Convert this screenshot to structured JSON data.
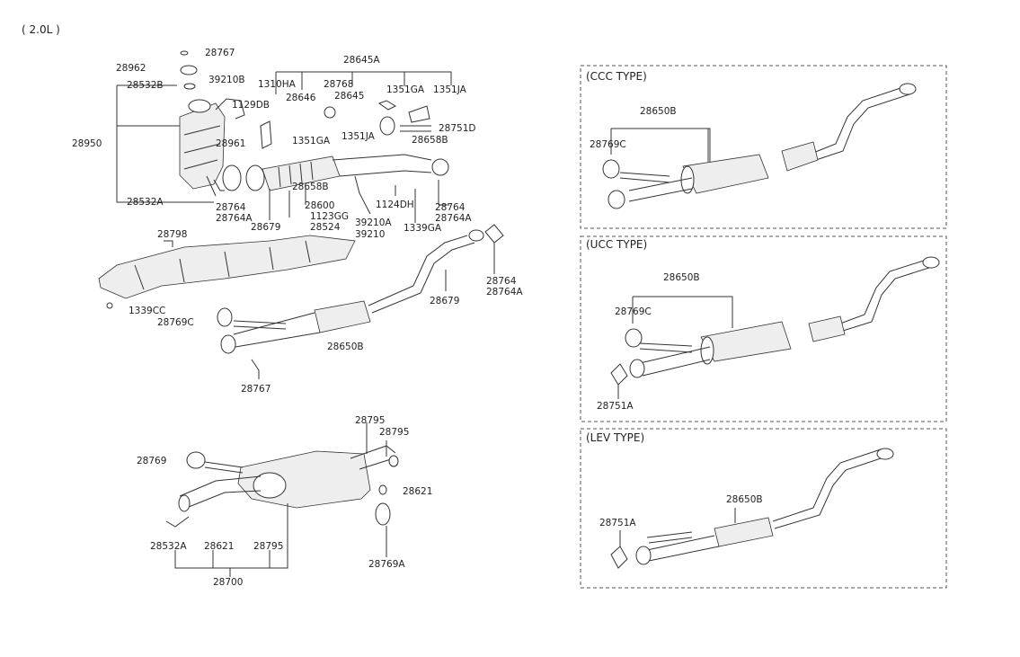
{
  "title": "( 2.0L )",
  "panels": {
    "ccc": "(CCC TYPE)",
    "ucc": "(UCC TYPE)",
    "lev": "(LEV TYPE)"
  },
  "callouts": {
    "c28767": "28767",
    "c28962": "28962",
    "c28532B": "28532B",
    "c39210B": "39210B",
    "c1130DA": "1310HA",
    "c28645A": "28645A",
    "c28646a": "28646",
    "c28768": "28768",
    "c28645": "28645",
    "c1351GA_a": "1351GA",
    "c1351JA_a": "1351JA",
    "c1129DB": "1129DB",
    "c28950": "28950",
    "c28961": "28961",
    "c1351GA_b": "1351GA",
    "c1351JA_b": "1351JA",
    "c28751D": "28751D",
    "c28658B": "28658B",
    "c28532A": "28532A",
    "c28764a": "28764",
    "c28764Aa": "28764A",
    "c28679a": "28679",
    "c28600": "28600",
    "c1123GG": "1123GG",
    "c28524": "28524",
    "c28658Bb": "28658B",
    "c39210A": "39210A",
    "c39210": "39210",
    "c1124DH": "1124DH",
    "c1339GA": "1339GA",
    "c28764b": "28764",
    "c28764Ab": "28764A",
    "c28798": "28798",
    "c1339CC": "1339CC",
    "c28769C": "28769C",
    "c28650B": "28650B",
    "c28767b": "28767",
    "c28679b": "28679",
    "c28764c": "28764",
    "c28764Ac": "28764A",
    "c28795a": "28795",
    "c28795b": "28795",
    "c28769": "28769",
    "c28621a": "28621",
    "c28532Ab": "28532A",
    "c28621b": "28621",
    "c28795c": "28795",
    "c28769A": "28769A",
    "c28700": "28700",
    "ccc_28650B": "28650B",
    "ccc_28769C": "28769C",
    "ucc_28650B": "28650B",
    "ucc_28769C": "28769C",
    "ucc_28751A": "28751A",
    "lev_28650B": "28650B",
    "lev_28751A": "28751A"
  }
}
